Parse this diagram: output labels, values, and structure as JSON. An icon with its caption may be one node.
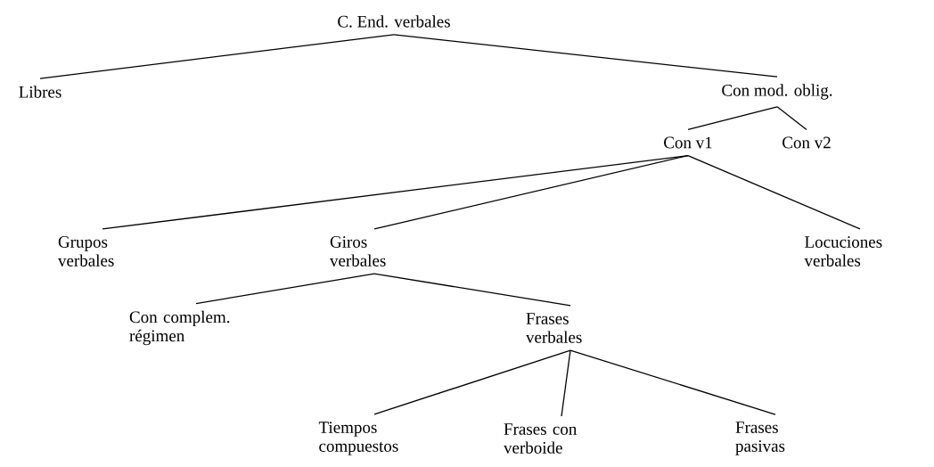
{
  "diagram": {
    "nodes": [
      {
        "text": [
          "C. End. verbales"
        ]
      },
      {
        "text": [
          "Libres"
        ]
      },
      {
        "text": [
          "Con mod. oblig."
        ]
      },
      {
        "text": [
          "Con v1"
        ]
      },
      {
        "text": [
          "Con v2"
        ]
      },
      {
        "text": [
          "Grupos verbales"
        ]
      },
      {
        "text": [
          "Giros verbales"
        ]
      },
      {
        "text": [
          "Locuciones verbales"
        ]
      },
      {
        "text": [
          "Con complem. régimen"
        ]
      },
      {
        "text": [
          "Frases verbales"
        ]
      },
      {
        "text": [
          "Tiempos compuestos"
        ]
      },
      {
        "text": [
          "Frases con verboide"
        ]
      },
      {
        "text": [
          "Frases pasivas"
        ]
      }
    ],
    "edges": [
      {
        "from": 0,
        "to": 1,
        "arrow": "none"
      },
      {
        "from": 0,
        "to": 2,
        "arrow": "none"
      },
      {
        "from": 2,
        "to": 3,
        "arrow": "none"
      },
      {
        "from": 2,
        "to": 4,
        "arrow": "none"
      },
      {
        "from": 3,
        "to": 5,
        "arrow": "none"
      },
      {
        "from": 3,
        "to": 6,
        "arrow": "none"
      },
      {
        "from": 3,
        "to": 7,
        "arrow": "none"
      },
      {
        "from": 6,
        "to": 8,
        "arrow": "none"
      },
      {
        "from": 6,
        "to": 9,
        "arrow": "none"
      },
      {
        "from": 9,
        "to": 10,
        "arrow": "none"
      },
      {
        "from": 9,
        "to": 11,
        "arrow": "none"
      },
      {
        "from": 9,
        "to": 12,
        "arrow": "none"
      }
    ]
  }
}
